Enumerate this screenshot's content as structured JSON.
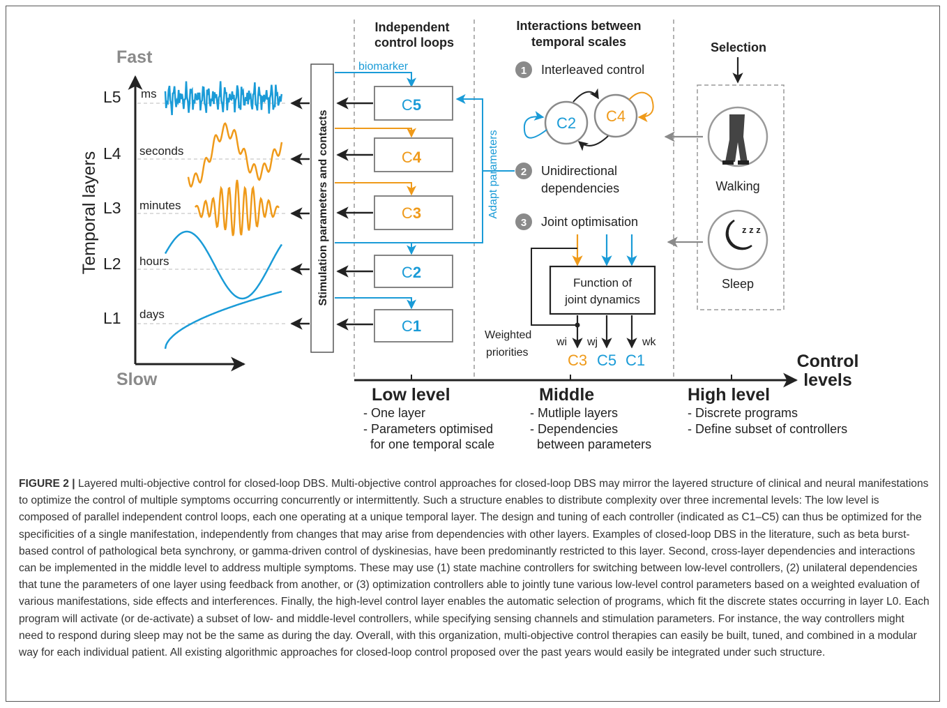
{
  "figure": {
    "axis": {
      "fast": "Fast",
      "slow": "Slow",
      "vertical_label": "Temporal layers"
    },
    "layers": [
      {
        "id": "L5",
        "scale": "ms"
      },
      {
        "id": "L4",
        "scale": "seconds"
      },
      {
        "id": "L3",
        "scale": "minutes"
      },
      {
        "id": "L2",
        "scale": "hours"
      },
      {
        "id": "L1",
        "scale": "days"
      }
    ],
    "stim_label": "Stimulation parameters and contacts",
    "low": {
      "heading_line1": "Independent",
      "heading_line2": "control loops",
      "biomarker": "biomarker",
      "adapt": "Adapt parameters",
      "controllers": [
        {
          "prefix": "C",
          "num": "5"
        },
        {
          "prefix": "C",
          "num": "4"
        },
        {
          "prefix": "C",
          "num": "3"
        },
        {
          "prefix": "C",
          "num": "2"
        },
        {
          "prefix": "C",
          "num": "1"
        }
      ]
    },
    "middle": {
      "heading_line1": "Interactions between",
      "heading_line2": "temporal scales",
      "item1_num": "1",
      "item1": "Interleaved control",
      "item2_num": "2",
      "item2_line1": "Unidirectional",
      "item2_line2": "dependencies",
      "item3_num": "3",
      "item3": "Joint optimisation",
      "c2": "C2",
      "c4": "C4",
      "func_line1": "Function of",
      "func_line2": "joint dynamics",
      "weighted_line1": "Weighted",
      "weighted_line2": "priorities",
      "wi": "wi",
      "wj": "wj",
      "wk": "wk",
      "out_c3": "C3",
      "out_c5": "C5",
      "out_c1": "C1"
    },
    "high": {
      "heading": "Selection",
      "walking": "Walking",
      "sleep": "Sleep",
      "zzz": "z z z"
    },
    "control_axis": {
      "line1": "Control",
      "line2": "levels"
    },
    "levels": [
      {
        "title": "Low level",
        "bullets": [
          "- One layer",
          "- Parameters optimised",
          "  for one temporal scale"
        ]
      },
      {
        "title": "Middle",
        "bullets": [
          "- Mutliple layers",
          "- Dependencies",
          "  between parameters"
        ]
      },
      {
        "title": "High level",
        "bullets": [
          "- Discrete programs",
          "- Define subset of controllers"
        ]
      }
    ],
    "colors": {
      "blue": "#1a9bd7",
      "orange": "#ef9a1a",
      "gray": "#8a8a8a",
      "dark": "#222222"
    }
  },
  "caption": {
    "label": "FIGURE 2 |",
    "text": "Layered multi-objective control for closed-loop DBS. Multi-objective control approaches for closed-loop DBS may mirror the layered structure of clinical and neural manifestations to optimize the control of multiple symptoms occurring concurrently or intermittently. Such a structure enables to distribute complexity over three incremental levels: The low level is composed of parallel independent control loops, each one operating at a unique temporal layer. The design and tuning of each controller (indicated as C1–C5) can thus be optimized for the specificities of a single manifestation, independently from changes that may arise from dependencies with other layers. Examples of closed-loop DBS in the literature, such as beta burst-based control of pathological beta synchrony, or gamma-driven control of dyskinesias, have been predominantly restricted to this layer. Second, cross-layer dependencies and interactions can be implemented in the middle level to address multiple symptoms. These may use (1) state machine controllers for switching between low-level controllers, (2) unilateral dependencies that tune the parameters of one layer using feedback from another, or (3) optimization controllers able to jointly tune various low-level control parameters based on a weighted evaluation of various manifestations, side effects and interferences. Finally, the high-level control layer enables the automatic selection of programs, which fit the discrete states occurring in layer L0. Each program will activate (or de-activate) a subset of low- and middle-level controllers, while specifying sensing channels and stimulation parameters. For instance, the way controllers might need to respond during sleep may not be the same as during the day. Overall, with this organization, multi-objective control therapies can easily be built, tuned, and combined in a modular way for each individual patient. All existing algorithmic approaches for closed-loop control proposed over the past years would easily be integrated under such structure."
  }
}
